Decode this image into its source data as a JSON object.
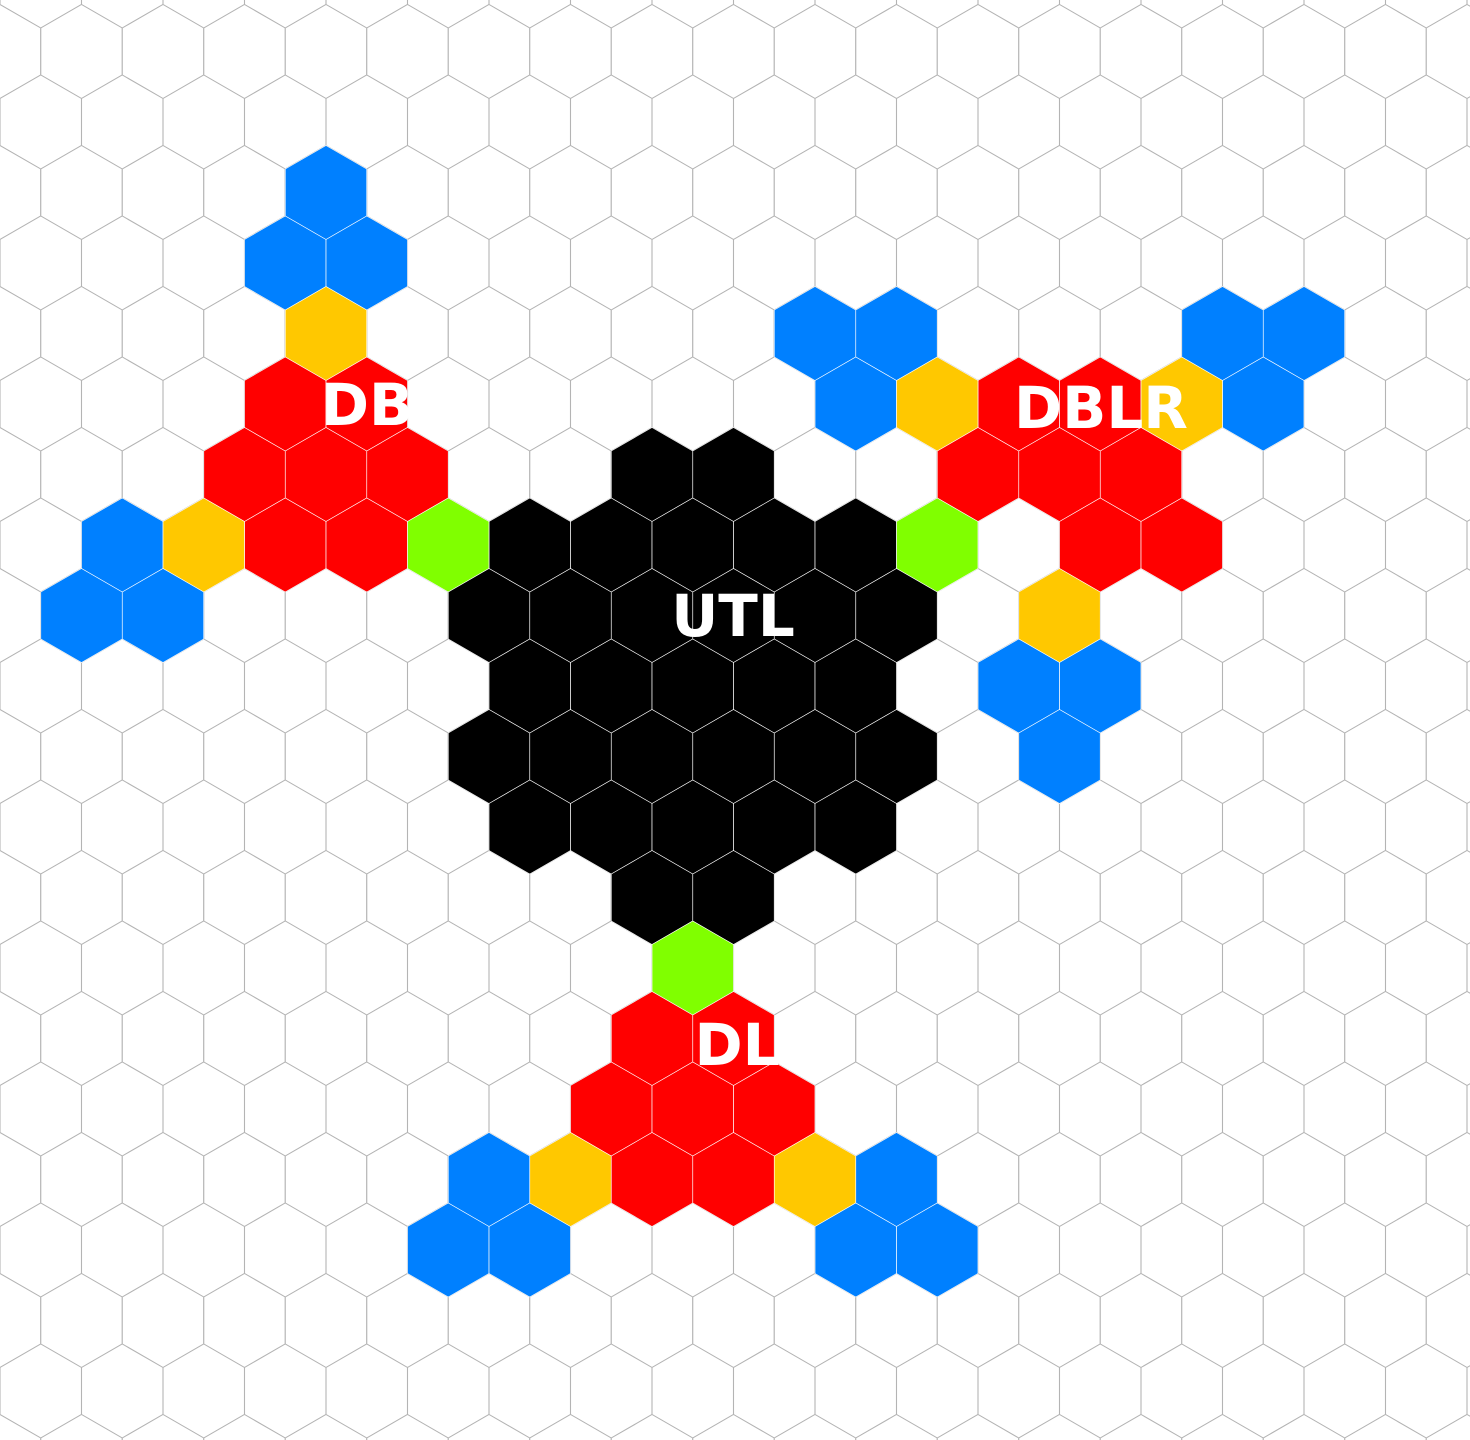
{
  "colors": {
    "background": "#ffffff",
    "grid_line": "#b4b4b4",
    "cell_border": "#ffffff",
    "label": "#ffffff",
    "palette": {
      "K": "#000000",
      "R": "#ff0000",
      "B": "#0080ff",
      "Y": "#ffc800",
      "G": "#80ff00"
    }
  },
  "labels": {
    "center_cluster": "UTL",
    "top_left_cluster": "DB",
    "top_right_cluster": "DBLR",
    "bottom_cluster": "DL"
  },
  "rows": [
    {
      "row": 1,
      "B": [
        4
      ]
    },
    {
      "row": 2,
      "B": [
        3,
        4
      ]
    },
    {
      "row": 3,
      "Y": [
        4
      ],
      "B": [
        10,
        11,
        15,
        16
      ]
    },
    {
      "row": 4,
      "R": [
        3,
        4,
        12,
        13
      ],
      "Y": [
        11,
        14
      ],
      "B": [
        10,
        15
      ]
    },
    {
      "row": 5,
      "R": [
        3,
        4,
        5,
        12,
        13,
        14
      ],
      "K": [
        8,
        9
      ]
    },
    {
      "row": 6,
      "R": [
        3,
        4,
        13,
        14
      ],
      "Y": [
        2
      ],
      "G": [
        5,
        11
      ],
      "B": [
        1
      ],
      "K": [
        6,
        7,
        8,
        9,
        10
      ]
    },
    {
      "row": 7,
      "B": [
        1,
        2
      ],
      "Y": [
        13
      ],
      "K": [
        6,
        7,
        8,
        9,
        10,
        11
      ]
    },
    {
      "row": 8,
      "K": [
        6,
        7,
        8,
        9,
        10
      ],
      "B": [
        12,
        13
      ]
    },
    {
      "row": 9,
      "K": [
        6,
        7,
        8,
        9,
        10,
        11
      ],
      "B": [
        13
      ]
    },
    {
      "row": 10,
      "K": [
        6,
        7,
        8,
        9,
        10
      ]
    },
    {
      "row": 11,
      "K": [
        8,
        9
      ]
    },
    {
      "row": 12,
      "G": [
        8
      ]
    },
    {
      "row": 13,
      "R": [
        8,
        9
      ]
    },
    {
      "row": 14,
      "R": [
        7,
        8,
        9
      ]
    },
    {
      "row": 15,
      "B": [
        6,
        11
      ],
      "Y": [
        7,
        10
      ],
      "R": [
        8,
        9
      ]
    },
    {
      "row": 16,
      "B": [
        5,
        6,
        10,
        11
      ]
    }
  ]
}
